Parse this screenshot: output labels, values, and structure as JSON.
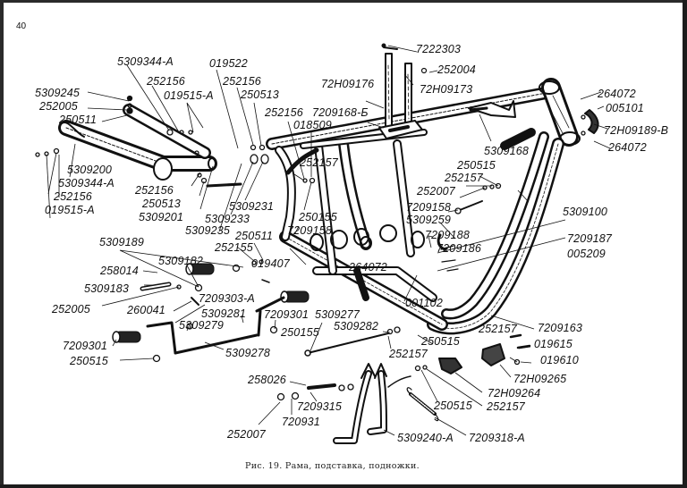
{
  "page": {
    "page_number": "40",
    "caption": "Рис. 19. Рама, подставка, подножки."
  },
  "labels": [
    {
      "id": "l1",
      "text": "5309344-А"
    },
    {
      "id": "l2",
      "text": "019522"
    },
    {
      "id": "l3",
      "text": "252156"
    },
    {
      "id": "l4",
      "text": "019515-А"
    },
    {
      "id": "l5",
      "text": "5309245"
    },
    {
      "id": "l6",
      "text": "252005"
    },
    {
      "id": "l7",
      "text": "250511"
    },
    {
      "id": "l8",
      "text": "252156"
    },
    {
      "id": "l9",
      "text": "250513"
    },
    {
      "id": "l10",
      "text": "252156"
    },
    {
      "id": "l11",
      "text": "018509"
    },
    {
      "id": "l12",
      "text": "7209168-Б"
    },
    {
      "id": "l13",
      "text": "72Н09176"
    },
    {
      "id": "l14",
      "text": "7222303"
    },
    {
      "id": "l15",
      "text": "252004"
    },
    {
      "id": "l16",
      "text": "72Н09173"
    },
    {
      "id": "l17",
      "text": "264072"
    },
    {
      "id": "l18",
      "text": "005101"
    },
    {
      "id": "l19",
      "text": "72Н09189-В"
    },
    {
      "id": "l20",
      "text": "264072"
    },
    {
      "id": "l21",
      "text": "5309168"
    },
    {
      "id": "l22",
      "text": "250515"
    },
    {
      "id": "l23",
      "text": "252157"
    },
    {
      "id": "l24",
      "text": "252007"
    },
    {
      "id": "l25",
      "text": "7209158"
    },
    {
      "id": "l26",
      "text": "5309259"
    },
    {
      "id": "l27",
      "text": "5309100"
    },
    {
      "id": "l28",
      "text": "7209188"
    },
    {
      "id": "l29",
      "text": "7209186"
    },
    {
      "id": "l30",
      "text": "7209187"
    },
    {
      "id": "l31",
      "text": "005209"
    },
    {
      "id": "l32",
      "text": "5309200"
    },
    {
      "id": "l33",
      "text": "5309344-А"
    },
    {
      "id": "l34",
      "text": "252156"
    },
    {
      "id": "l35",
      "text": "019515-А"
    },
    {
      "id": "l36",
      "text": "252156"
    },
    {
      "id": "l37",
      "text": "250513"
    },
    {
      "id": "l38",
      "text": "5309201"
    },
    {
      "id": "l39",
      "text": "5309231"
    },
    {
      "id": "l40",
      "text": "5309233"
    },
    {
      "id": "l41",
      "text": "5309235"
    },
    {
      "id": "l42",
      "text": "252157"
    },
    {
      "id": "l43",
      "text": "250155"
    },
    {
      "id": "l44",
      "text": "7209158"
    },
    {
      "id": "l45",
      "text": "250511"
    },
    {
      "id": "l46",
      "text": "252155"
    },
    {
      "id": "l47",
      "text": "019407"
    },
    {
      "id": "l48",
      "text": "5309189"
    },
    {
      "id": "l49",
      "text": "5309182"
    },
    {
      "id": "l50",
      "text": "258014"
    },
    {
      "id": "l51",
      "text": "5309183"
    },
    {
      "id": "l52",
      "text": "252005"
    },
    {
      "id": "l53",
      "text": "260041"
    },
    {
      "id": "l54",
      "text": "7209303-А"
    },
    {
      "id": "l55",
      "text": "5309281"
    },
    {
      "id": "l56",
      "text": "5309279"
    },
    {
      "id": "l57",
      "text": "7209301"
    },
    {
      "id": "l58",
      "text": "7209301"
    },
    {
      "id": "l59",
      "text": "250515"
    },
    {
      "id": "l60",
      "text": "5309278"
    },
    {
      "id": "l61",
      "text": "250155"
    },
    {
      "id": "l62",
      "text": "5309277"
    },
    {
      "id": "l63",
      "text": "5309282"
    },
    {
      "id": "l64",
      "text": "264072"
    },
    {
      "id": "l65",
      "text": "001102"
    },
    {
      "id": "l66",
      "text": "7209163"
    },
    {
      "id": "l67",
      "text": "252157"
    },
    {
      "id": "l68",
      "text": "019615"
    },
    {
      "id": "l69",
      "text": "019610"
    },
    {
      "id": "l70",
      "text": "250515"
    },
    {
      "id": "l71",
      "text": "252157"
    },
    {
      "id": "l72",
      "text": "72Н09265"
    },
    {
      "id": "l73",
      "text": "72Н09264"
    },
    {
      "id": "l74",
      "text": "250515"
    },
    {
      "id": "l75",
      "text": "252157"
    },
    {
      "id": "l76",
      "text": "258026"
    },
    {
      "id": "l77",
      "text": "7209315"
    },
    {
      "id": "l78",
      "text": "720931"
    },
    {
      "id": "l79",
      "text": "252007"
    },
    {
      "id": "l80",
      "text": "5309240-А"
    },
    {
      "id": "l81",
      "text": "7209318-А"
    }
  ],
  "colors": {
    "ink": "#111111",
    "paper": "#ffffff",
    "border": "#1c1c1c"
  }
}
